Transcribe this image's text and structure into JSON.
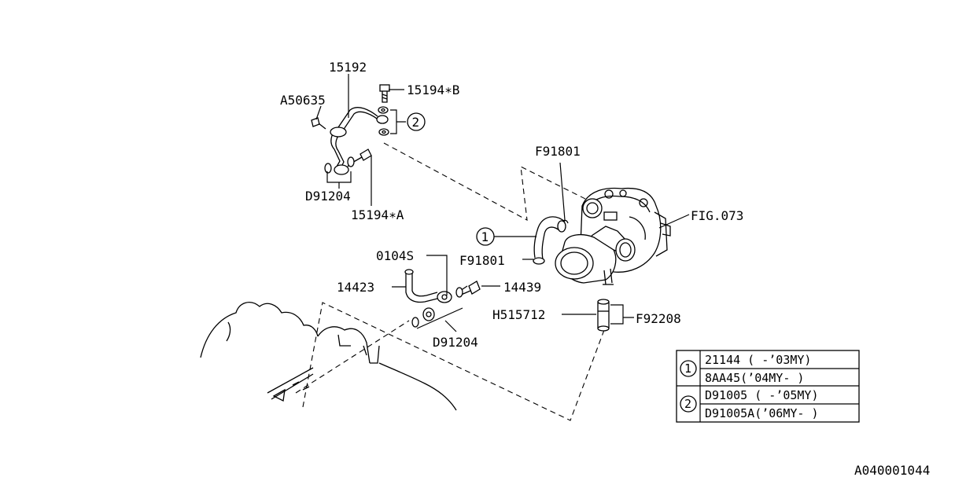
{
  "labels": {
    "p15192": "15192",
    "pA50635": "A50635",
    "p15194B": "15194∗B",
    "circle2": "2",
    "pD91204_top": "D91204",
    "p15194A": "15194∗A",
    "pF91801_top": "F91801",
    "pFIG073": "FIG.073",
    "circle1": "1",
    "pF91801_left": "F91801",
    "p0104S": "0104S",
    "p14423": "14423",
    "p14439": "14439",
    "pH515712": "H515712",
    "pF92208": "F92208",
    "pD91204_bottom": "D91204"
  },
  "legend_table": {
    "groups": [
      {
        "marker": "1",
        "rows": [
          "21144 ( -’03MY)",
          "8AA45(’04MY- )"
        ]
      },
      {
        "marker": "2",
        "rows": [
          "D91005 ( -’05MY)",
          "D91005A(’06MY- )"
        ]
      }
    ]
  },
  "footer_code": "A040001044"
}
